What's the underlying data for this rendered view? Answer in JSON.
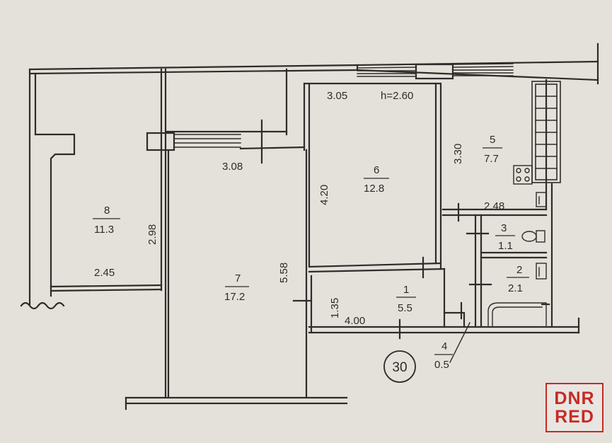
{
  "height_label": "h=2.60",
  "flat_number": "30",
  "rooms": [
    {
      "id": "8",
      "area": "11.3"
    },
    {
      "id": "7",
      "area": "17.2"
    },
    {
      "id": "6",
      "area": "12.8"
    },
    {
      "id": "5",
      "area": "7.7"
    },
    {
      "id": "3",
      "area": "1.1"
    },
    {
      "id": "2",
      "area": "2.1"
    },
    {
      "id": "1",
      "area": "5.5"
    },
    {
      "id": "4",
      "area": "0.5"
    }
  ],
  "dimensions": {
    "d_3_05": "3.05",
    "d_3_08": "3.08",
    "d_3_30": "3.30",
    "d_4_20": "4.20",
    "d_2_98": "2.98",
    "d_2_45": "2.45",
    "d_5_58": "5.58",
    "d_2_48": "2.48",
    "d_1_35": "1.35",
    "d_4_00": "4.00"
  },
  "watermark": {
    "line1": "DNR",
    "line2": "RED",
    "color": "#c62a24"
  }
}
